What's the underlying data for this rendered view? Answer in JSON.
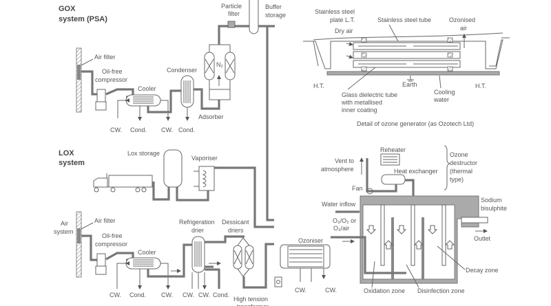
{
  "gox": {
    "title_line1": "GOX",
    "title_line2": "system (PSA)",
    "particle_filter_1": "Particle",
    "particle_filter_2": "filter",
    "buffer_storage_1": "Buffer",
    "buffer_storage_2": "storage",
    "air_filter": "Air filter",
    "compressor_1": "Oil-free",
    "compressor_2": "compressor",
    "condenser": "Condenser",
    "cooler": "Cooler",
    "n2": "N₂",
    "adsorber": "Adsorber",
    "outlets": [
      "CW.",
      "Cond.",
      "CW.",
      "Cond."
    ]
  },
  "lox": {
    "title_line1": "LOX",
    "title_line2": "system",
    "lox_storage": "Lox storage",
    "vaporiser": "Vaporiser"
  },
  "air": {
    "system_1": "Air",
    "system_2": "system",
    "air_filter": "Air filter",
    "compressor_1": "Oil-free",
    "compressor_2": "compressor",
    "cooler": "Cooler",
    "refrig_1": "Refrigeration",
    "refrig_2": "drier",
    "dessicant_1": "Dessicant",
    "dessicant_2": "driers",
    "outlets": [
      "CW.",
      "Cond.",
      "CW.",
      "CW.",
      "CW.",
      "Cond."
    ],
    "transformer_1": "High tension",
    "transformer_2": "transformer"
  },
  "generator_detail": {
    "plate_1": "Stainless steel",
    "plate_2": "plate L.T.",
    "tube": "Stainless steel tube",
    "ozonised_1": "Ozonised",
    "ozonised_2": "air",
    "dry_air": "Dry air",
    "ht_left": "H.T.",
    "earth": "Earth",
    "ht_right": "H.T.",
    "cooling_1": "Cooling",
    "cooling_2": "water",
    "glass_1": "Glass dielectric tube",
    "glass_2": "with metallised",
    "glass_3": "inner coating",
    "caption": "Detail of ozone generator (as Ozotech Ltd)"
  },
  "contact_tank": {
    "reheater": "Reheater",
    "heat_exchanger": "Heat exchanger",
    "destructor_1": "Ozone",
    "destructor_2": "destructor",
    "destructor_3": "(thermal",
    "destructor_4": "type)",
    "vent_1": "Vent to",
    "vent_2": "atmosphere",
    "fan": "Fan",
    "water_inflow": "Water inflow",
    "gas_1": "O₃/O₂ or",
    "gas_2": "O₃/air",
    "sodium_1": "Sodium",
    "sodium_2": "bisulphite",
    "ozoniser": "Ozoniser",
    "outlet": "Outlet",
    "decay_zone": "Decay zone",
    "oxidation_zone": "Oxidation zone",
    "disinfection_zone": "Disinfection zone",
    "outlets": [
      "CW.",
      "CW."
    ]
  }
}
